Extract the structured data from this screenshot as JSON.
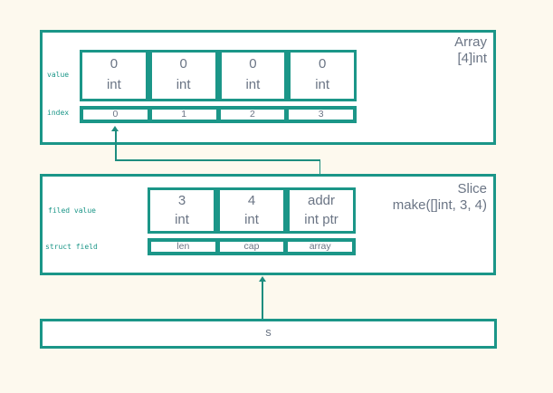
{
  "colors": {
    "teal_border": "#1b9688",
    "pointer_line": "#1e8d7f",
    "background": "#fdf9ee",
    "text_gray": "#6b7585",
    "box_background": "#ffffff"
  },
  "array_box": {
    "title_line1": "Array",
    "title_line2": "[4]int",
    "row_labels": {
      "value": "value",
      "index": "index"
    },
    "value_cells": [
      {
        "value": "0",
        "type": "int"
      },
      {
        "value": "0",
        "type": "int"
      },
      {
        "value": "0",
        "type": "int"
      },
      {
        "value": "0",
        "type": "int"
      }
    ],
    "index_cells": [
      "0",
      "1",
      "2",
      "3"
    ]
  },
  "slice_box": {
    "title_line1": "Slice",
    "title_line2": "make([]int, 3, 4)",
    "row_labels": {
      "field_value": "filed value",
      "struct_field": "struct field"
    },
    "value_cells": [
      {
        "value": "3",
        "type": "int"
      },
      {
        "value": "4",
        "type": "int"
      },
      {
        "value": "addr",
        "type": "int ptr"
      }
    ],
    "struct_cells": [
      "len",
      "cap",
      "array"
    ]
  },
  "s_box": {
    "label": "s"
  },
  "arrows": [
    {
      "from": "slice-array-pointer-cell",
      "to": "array-index-0",
      "shape": "elbow"
    },
    {
      "from": "s-box",
      "to": "slice-box",
      "shape": "straight"
    }
  ]
}
